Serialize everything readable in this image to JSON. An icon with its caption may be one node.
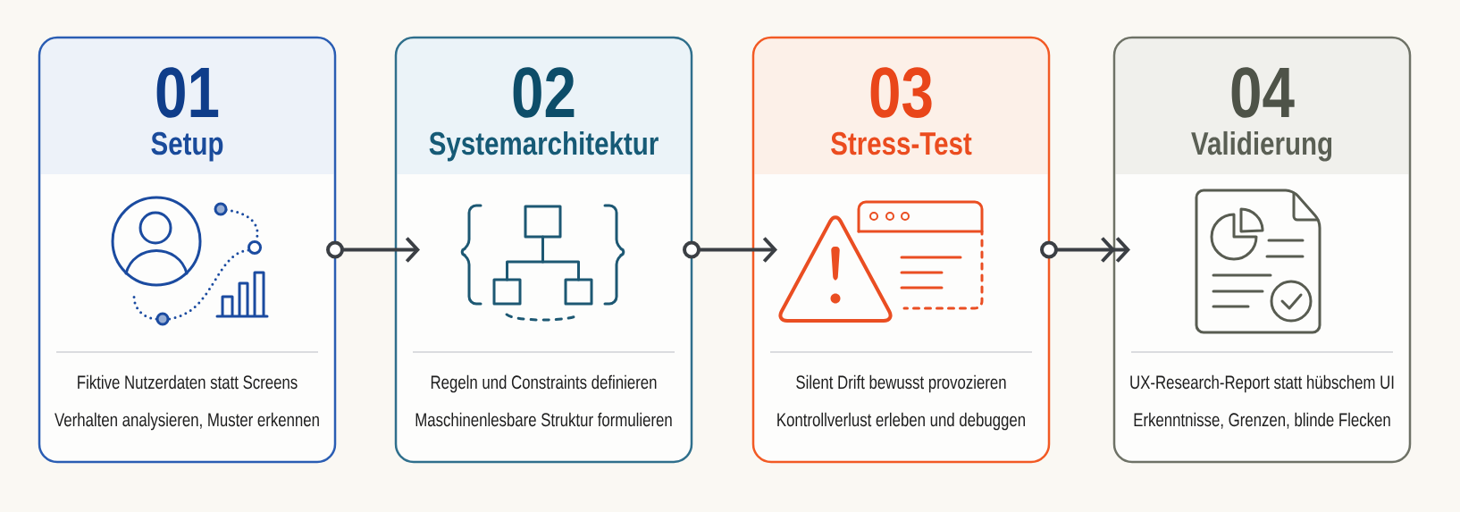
{
  "diagram": {
    "nodes": [
      {
        "text": [
          "01",
          "Setup",
          "Fiktive Nutzerdaten statt Screens",
          "Verhalten analysieren, Muster erkennen"
        ]
      },
      {
        "text": [
          "02",
          "Systemarchitektur",
          "Regeln und Constraints definieren",
          "Maschinenlesbare Struktur formulieren"
        ]
      },
      {
        "text": [
          "03",
          "Stress-Test",
          "Silent Drift bewusst provozieren",
          "Kontrollverlust erleben und debuggen"
        ]
      },
      {
        "text": [
          "04",
          "Validierung",
          "UX-Research-Report statt hübschem UI",
          "Erkenntnisse, Grenzen, blinde Flecken"
        ]
      }
    ],
    "edges": [
      {
        "from": 0,
        "to": 1,
        "arrow": "to"
      },
      {
        "from": 1,
        "to": 2,
        "arrow": "to"
      },
      {
        "from": 2,
        "to": 3,
        "arrow": "to"
      }
    ]
  }
}
